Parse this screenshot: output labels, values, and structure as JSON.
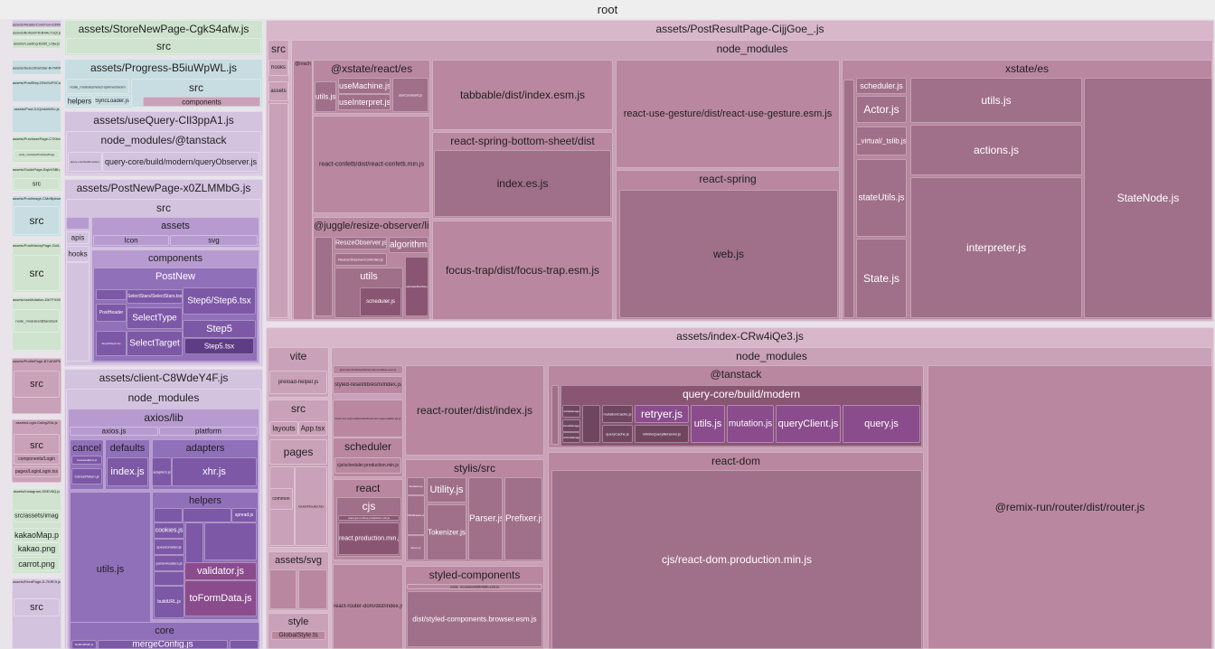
{
  "root_label": "root",
  "sidebar_labels": {
    "s1": "assets/HeaderCommon-EdWuG6Sp.js",
    "s2": "assets/BottomFill-B4Ac7oQi.js",
    "s3": "assets/Loading-Bsl9t_L0jw.js",
    "s4": "assets/SelectStarStar-Br7kRWsB.js",
    "s5": "assets/PostStep-DNvSuP0Ca.js",
    "s6": "assets/Post-DJQmkirWKc.js",
    "s7": "assets/PurchasePage-C7KImnx.js",
    "s8": "node_modules/PostNewPage",
    "s9": "assets/GuidePage-BqlvV5Bh.js",
    "s10": "src",
    "s11": "assets/PostImage-CMeBpkws.js",
    "s12": "src",
    "s13": "assets/PostHistoryPage-Gu5-pWmv.js",
    "s14": "src",
    "s15": "assets/useMutation-DkTPXMVk.js",
    "s16": "node_modules/@tanstack",
    "s17": "assets/ProfilePage-B7uKWPN6.js",
    "s18": "src",
    "s19": "assets/Login-CaIbgZ0iz.js",
    "s20": "src",
    "s21": "components/Login",
    "s22": "pages/LoginLogin.tsx",
    "s23": "assets/Instagram-D5EV8Q.js",
    "s24": "src/assets/image",
    "s25": "kakaoMap.png",
    "s26": "kakao.png",
    "s27": "carrot.png",
    "s28": "assets/FeedPage-D-7KfRJr.js",
    "s29": "src"
  },
  "col2_labels": {
    "store": "assets/StoreNewPage-CgkS4afw.js",
    "store_src": "src",
    "progress": "assets/Progress-B5iuWpWL.js",
    "progress_nm": "node_modules/react-spinners/esm",
    "progress_src": "src",
    "helpers": "helpers",
    "syncloader": "SyncLoader.js",
    "components": "components",
    "usequery": "assets/useQuery-CIl3ppA1.js",
    "nm_tanstack": "node_modules/@tanstack",
    "qc_small": "query-core/build/modern",
    "query_observer": "query-core/build/modern/queryObserver.js",
    "postnew": "assets/PostNewPage-x0ZLMMbG.js",
    "pn_src": "src",
    "pn_assets": "assets",
    "icon": "Icon",
    "svg": "svg",
    "apis": "apis",
    "hooks": "hooks",
    "pn_components": "components",
    "postnew_folder": "PostNew",
    "select_stars": "SelectStars/SelectStars.tsx",
    "step6": "Step6/Step6.tsx",
    "post_header": "PostHeader",
    "select_type": "SelectType",
    "step5": "Step5",
    "step5_tsx": "Step5.tsx",
    "select_target": "SelectTarget",
    "step2": "Step2/Step2.tsx",
    "client": "assets/client-C8WdeY4F.js",
    "cl_nm": "node_modules",
    "axios_lib": "axios/lib",
    "axios_js": "axios.js",
    "platform": "platform",
    "cancel": "cancel",
    "defaults": "defaults",
    "adapters": "adapters",
    "canceled_error": "CanceledError.js",
    "cancel_token": "CancelToken.js",
    "index_js": "index.js",
    "adapters_js": "adapters.js",
    "xhr": "xhr.js",
    "utils_js": "utils.js",
    "helpers2": "helpers",
    "cookies": "cookies.js",
    "spread": "spread.js",
    "speedometer": "speedometer.js",
    "parse_headers": "parseHeaders.js",
    "validator": "validator.js",
    "to_form_data": "toFormData.js",
    "build_url": "buildURL.js",
    "core": "core",
    "build_full_path": "buildFullPath.js",
    "merge_config": "mergeConfig.js"
  },
  "post_result": {
    "title": "assets/PostResultPage-CijjGoe_.js",
    "src": "src",
    "hooks": "hooks",
    "assets": "assets",
    "node_modules": "node_modules",
    "at_reach": "@reach",
    "xstate_react": "@xstate/react/es",
    "use_machine": "useMachine.js",
    "utils_js": "utils.js",
    "use_interpret": "useInterpret.js",
    "use_constant": "useConstant.js",
    "confetti": "react-confetti/dist/react-confetti.min.js",
    "tabbable": "tabbable/dist/index.esm.js",
    "rsbs_dist": "react-spring-bottom-sheet/dist",
    "rsbs_index": "index.es.js",
    "focus_trap": "focus-trap/dist/focus-trap.esm.js",
    "use_gesture": "react-use-gesture/dist/react-use-gesture.esm.js",
    "react_spring": "react-spring",
    "web_js": "web.js",
    "resize_observer": "@juggle/resize-observer/lib",
    "resize_observer_js": "ResizeObserver.js",
    "resize_controller": "ResizeObserverController.js",
    "algorithms": "algorithms",
    "ro_utils": "utils",
    "scheduler_js": "scheduler.js",
    "calculate_box": "calculateBoxSize.js",
    "xstate_es": "xstate/es",
    "scheduler": "scheduler.js",
    "actor": "Actor.js",
    "virtual_tslib": "_virtual/_tslib.js",
    "state_utils": "stateUtils.js",
    "state_js": "State.js",
    "xs_utils": "utils.js",
    "actions": "actions.js",
    "interpreter": "interpreter.js",
    "state_node": "StateNode.js"
  },
  "index_bundle": {
    "title": "assets/index-CRw4iQe3.js",
    "vite": "vite",
    "preload_helper": "preload-helper.js",
    "src": "src",
    "layouts": "layouts",
    "app_tsx": "App.tsx",
    "pages": "pages",
    "components": "components",
    "common": "common",
    "router_tsx": "routerRouter.tsx",
    "assets_svg": "assets/svg",
    "style": "style",
    "global_style": "GlobalStyle.ts",
    "node_modules": "node_modules",
    "emotion": "@emotion/unitless/dist/emotion-unitless.esm.js",
    "styled_reset": "styled-reset/lib/esm/index.js",
    "hoist": "hoist-non-react-statics/dist/hoist-non-react-statics.cjs.js",
    "react_router": "react-router/dist/index.js",
    "scheduler": "scheduler",
    "scheduler_prod": "cjs/scheduler.production.min.js",
    "react": "react",
    "cjs": "cjs",
    "react_jsx": "react-jsx-runtime.production.min.js",
    "react_prod": "react.production.min.js",
    "router_dom": "react-router-dom/dist/index.js",
    "stylis": "stylis/src",
    "utility": "Utility.js",
    "tokenizer": "Tokenizer.js",
    "parser": "Parser.js",
    "prefixer": "Prefixer.js",
    "serializer": "Serializer.js",
    "middleware": "Middleware.js",
    "enum": "Enum.js",
    "styled_components": "styled-components",
    "sc_nm": "node_modules/tslib/tslib.es6.js",
    "sc_browser": "dist/styled-components.browser.esm.js",
    "tanstack": "@tanstack",
    "query_core": "query-core/build/modern",
    "retryer": "retryer.js",
    "qc_utils": "utils.js",
    "mutation": "mutation.js",
    "query_client": "queryClient.js",
    "query": "query.js",
    "mutation_cache": "mutationCache.js",
    "query_cache": "queryCache.js",
    "infinite_behavior": "infiniteQueryBehavior.js",
    "notify_manager": "notifyManager.js",
    "focus_manager": "focusManager.js",
    "online_manager": "onlineManager.js",
    "react_dom": "react-dom",
    "react_dom_prod": "cjs/react-dom.production.min.js",
    "remix_router": "@remix-run/router/dist/router.js"
  },
  "colors": {
    "pink_bg": "#d8b7cb",
    "mauve_light": "#c9a1b8",
    "mauve": "#b9879f",
    "mauve_dark": "#a06f8a",
    "plum_dark": "#8a5573",
    "plum_darker": "#6f4560",
    "green_pale": "#cfe3cf",
    "teal_pale": "#c8dde1",
    "lavender": "#d4c3df",
    "purple": "#b79bd0",
    "purple_dark": "#9170ba",
    "purple_darker": "#7d58a7",
    "violet_dark": "#5e3c86",
    "magenta_dark": "#8a4c8c",
    "magenta_darker": "#6e3270"
  }
}
